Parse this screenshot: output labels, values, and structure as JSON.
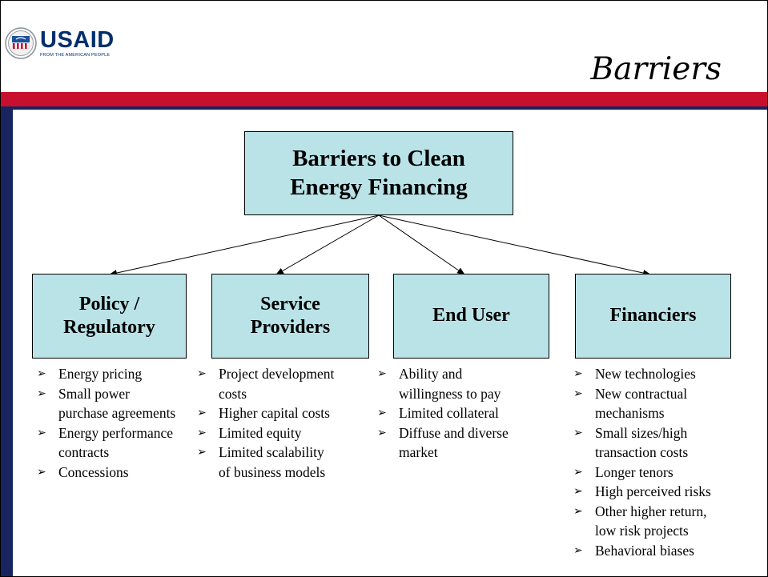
{
  "header": {
    "logo": {
      "name": "USAID",
      "tagline": "FROM THE AMERICAN PEOPLE"
    },
    "title": "Barriers"
  },
  "diagram": {
    "root": [
      "Barriers to Clean",
      "Energy Financing"
    ],
    "categories": [
      {
        "label": [
          "Policy /",
          "Regulatory"
        ],
        "bullets": [
          [
            "Energy pricing"
          ],
          [
            "Small power",
            "purchase agreements"
          ],
          [
            "Energy performance",
            "contracts"
          ],
          [
            "Concessions"
          ]
        ]
      },
      {
        "label": [
          "Service",
          "Providers"
        ],
        "bullets": [
          [
            "Project development",
            "costs"
          ],
          [
            "Higher capital costs"
          ],
          [
            "Limited equity"
          ],
          [
            "Limited scalability",
            "of business models"
          ]
        ]
      },
      {
        "label": [
          "End User"
        ],
        "bullets": [
          [
            "Ability and",
            "willingness to pay"
          ],
          [
            "Limited collateral"
          ],
          [
            "Diffuse and diverse",
            "market"
          ]
        ]
      },
      {
        "label": [
          "Financiers"
        ],
        "bullets": [
          [
            "New technologies"
          ],
          [
            "New contractual",
            "mechanisms"
          ],
          [
            "Small sizes/high",
            "transaction costs"
          ],
          [
            "Longer tenors"
          ],
          [
            "High perceived risks"
          ],
          [
            "Other higher return,",
            "low risk projects"
          ],
          [
            "Behavioral biases"
          ]
        ]
      }
    ]
  }
}
